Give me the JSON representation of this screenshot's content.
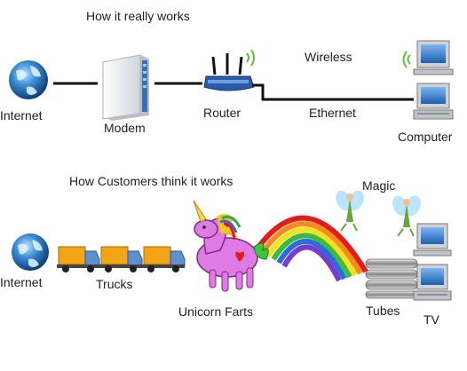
{
  "top": {
    "title": "How it really works",
    "labels": {
      "internet": "Internet",
      "modem": "Modem",
      "router": "Router",
      "wireless": "Wireless",
      "ethernet": "Ethernet",
      "computer": "Computer"
    }
  },
  "bottom": {
    "title": "How Customers think it works",
    "labels": {
      "internet": "Internet",
      "trucks": "Trucks",
      "unicorn": "Unicorn Farts",
      "magic": "Magic",
      "tubes": "Tubes",
      "tv": "TV"
    }
  },
  "icons": [
    "globe-icon",
    "modem-icon",
    "router-icon",
    "computer-icon",
    "truck-icon",
    "unicorn-icon",
    "rainbow-icon",
    "fairy-icon",
    "tubes-icon"
  ]
}
